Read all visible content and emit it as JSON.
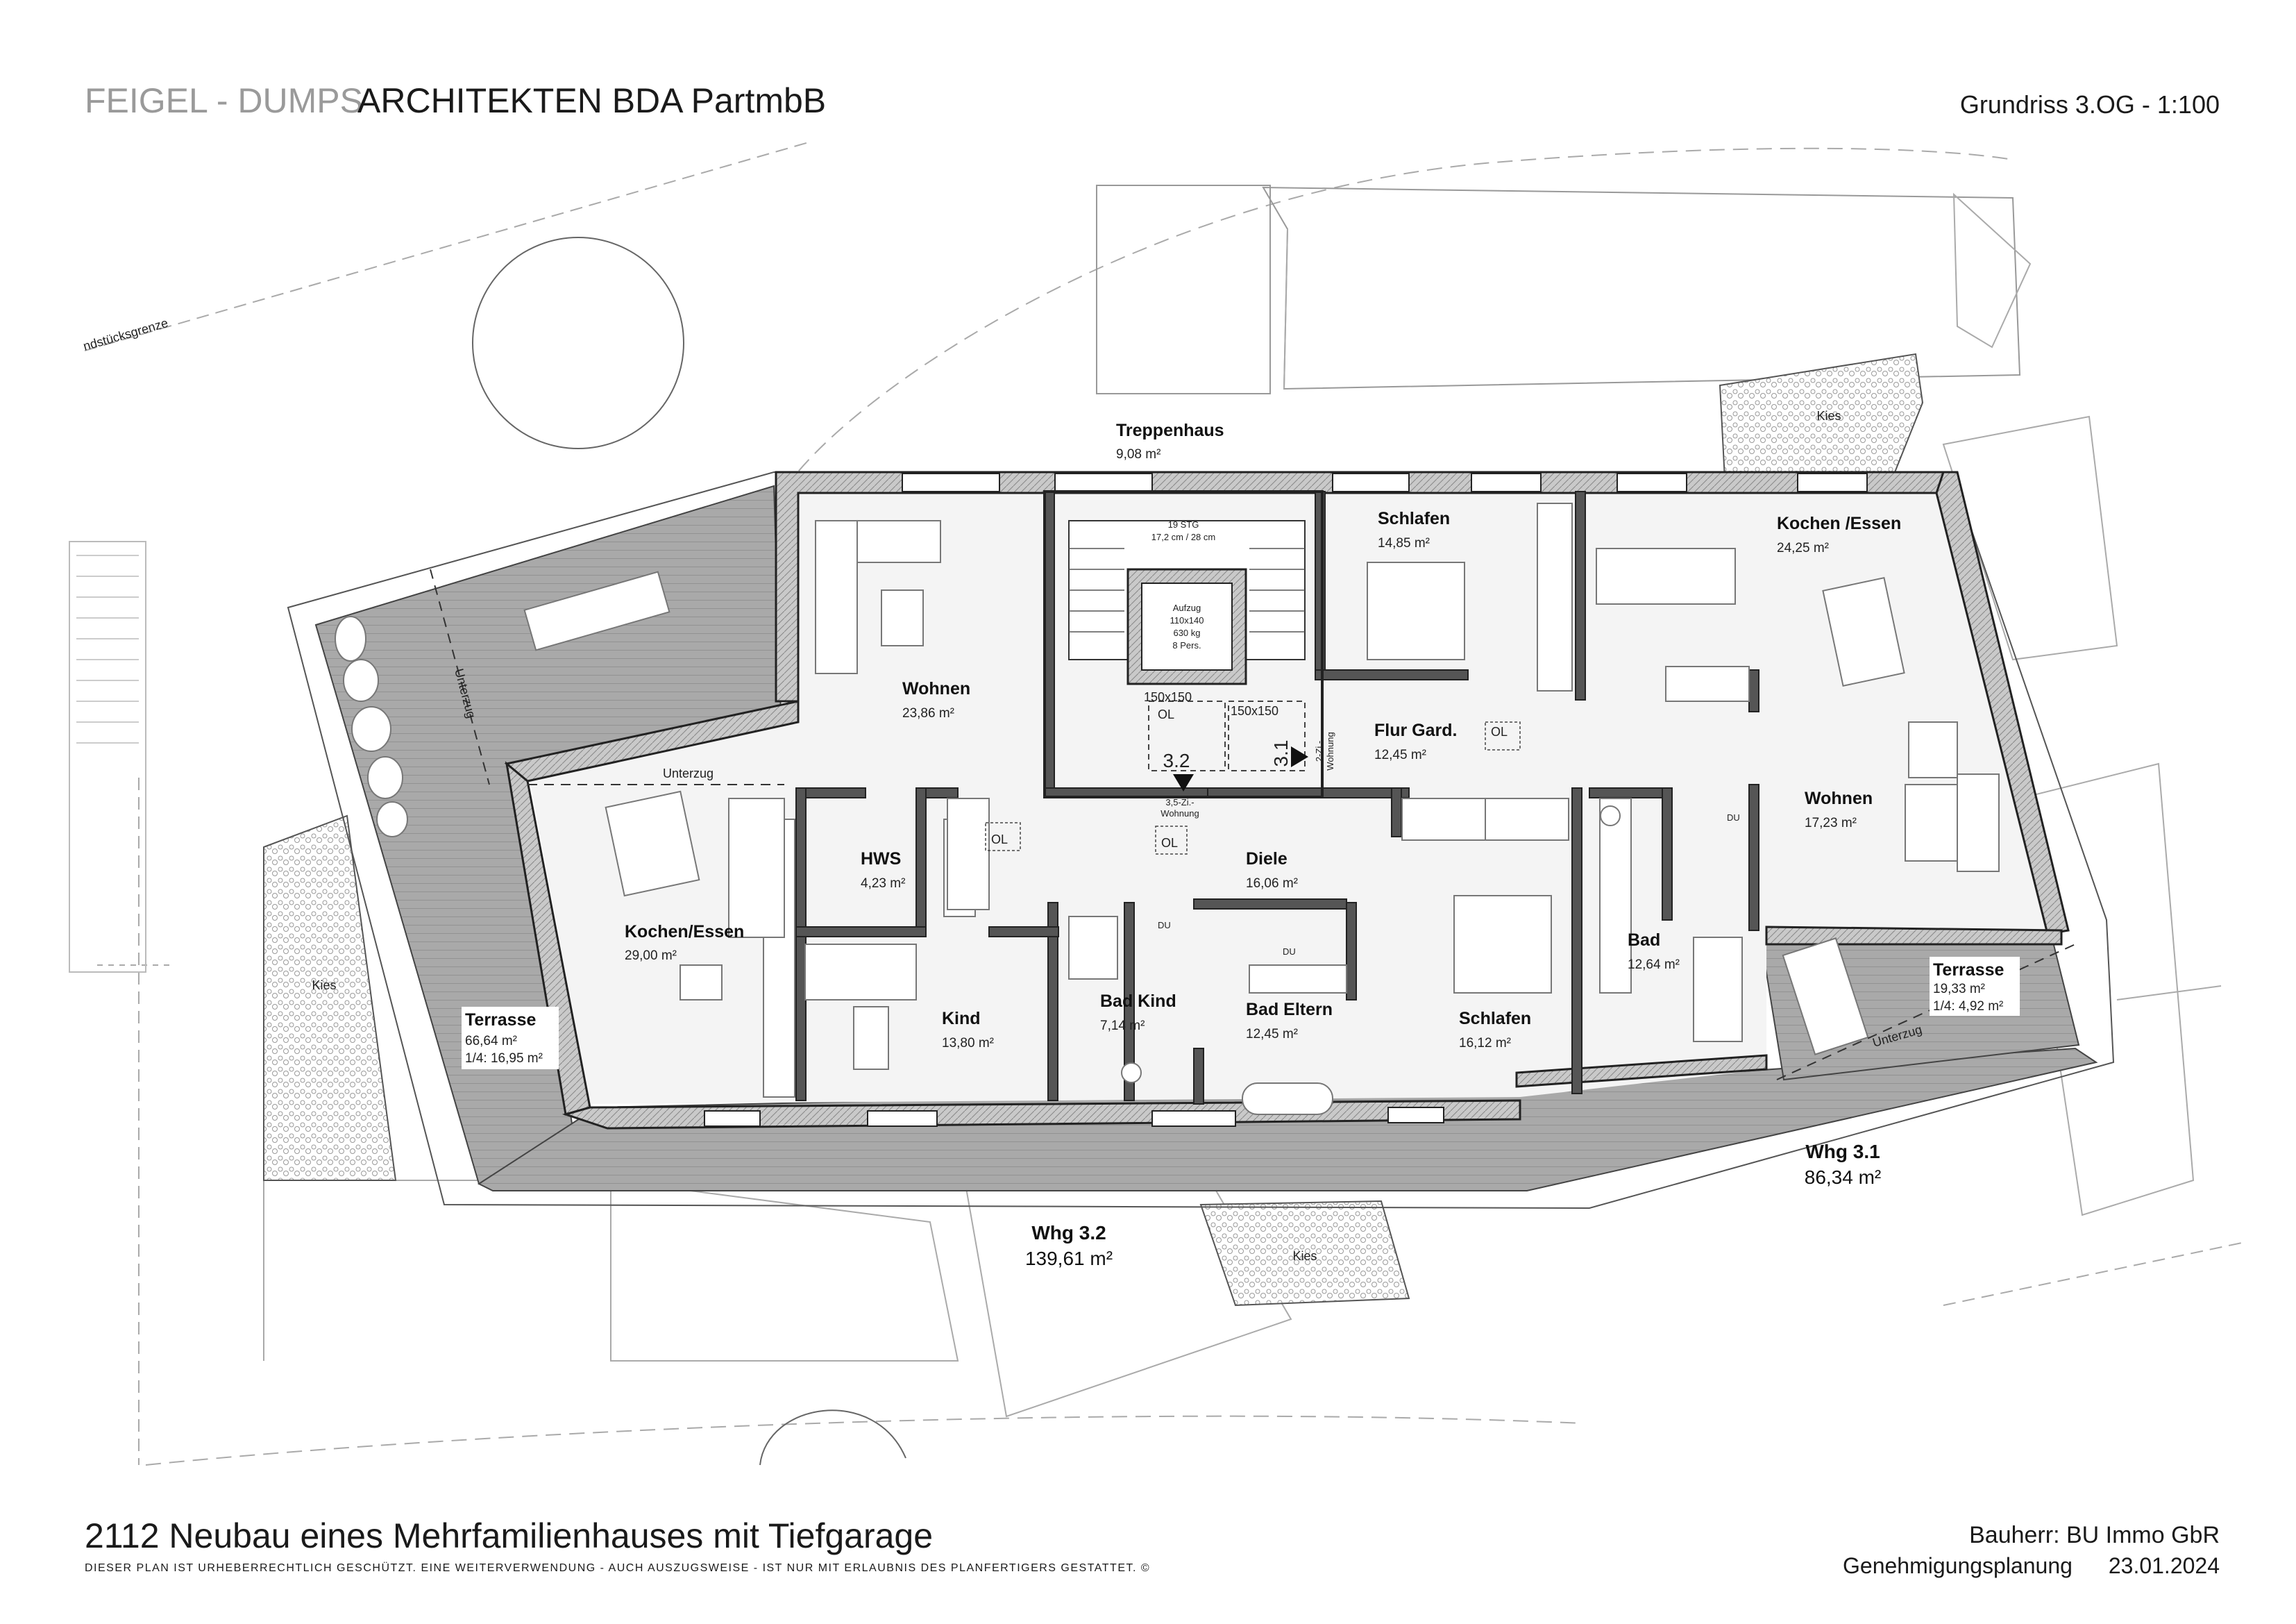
{
  "header": {
    "firm_grey": "FEIGEL - DUMPS",
    "firm_black": "ARCHITEKTEN BDA PartmbB",
    "plan_title": "Grundriss 3.OG - 1:100"
  },
  "site": {
    "boundary_label": "ndstücksgrenze",
    "gravel_label_1": "Kies",
    "gravel_label_2": "Kies",
    "gravel_label_3": "Kies"
  },
  "stair": {
    "name": "Treppenhaus",
    "area": "9,08 m²",
    "steps": "19 STG",
    "step_dim": "17,2 cm / 28 cm"
  },
  "elevator": {
    "line1": "Aufzug",
    "line2": "110x140",
    "line3": "630 kg",
    "line4": "8 Pers.",
    "clear_1": "150x150",
    "clear_2": "150x150",
    "ol_label": "OL"
  },
  "rooms": {
    "wohnen_32": {
      "name": "Wohnen",
      "area": "23,86 m²"
    },
    "kochen_32": {
      "name": "Kochen/Essen",
      "area": "29,00 m²"
    },
    "hws": {
      "name": "HWS",
      "area": "4,23 m²"
    },
    "kind": {
      "name": "Kind",
      "area": "13,80 m²"
    },
    "badkind": {
      "name": "Bad Kind",
      "area": "7,14 m²"
    },
    "badeltern": {
      "name": "Bad Eltern",
      "area": "12,45 m²"
    },
    "diele": {
      "name": "Diele",
      "area": "16,06 m²"
    },
    "schlafen_32": {
      "name": "Schlafen",
      "area": "16,12 m²"
    },
    "schlafen_31": {
      "name": "Schlafen",
      "area": "14,85 m²"
    },
    "flur": {
      "name": "Flur Gard.",
      "area": "12,45 m²"
    },
    "kochen_31": {
      "name": "Kochen /Essen",
      "area": "24,25 m²"
    },
    "wohnen_31": {
      "name": "Wohnen",
      "area": "17,23 m²"
    },
    "bad_31": {
      "name": "Bad",
      "area": "12,64 m²"
    },
    "terrasse_32": {
      "name": "Terrasse",
      "area": "66,64 m²",
      "quarter": "1/4: 16,95 m²"
    },
    "terrasse_31": {
      "name": "Terrasse",
      "area": "19,33 m²",
      "quarter": "1/4: 4,92 m²"
    }
  },
  "annotations": {
    "unterzug": "Unterzug",
    "ol": "OL",
    "du": "DU",
    "unit_32": "3.2",
    "unit_31": "3.1",
    "unit_32_type": "3,5-Zi.-",
    "unit_32_type_2": "Wohnung",
    "unit_31_type": "2-Zi.-",
    "unit_31_type_2": "Wohnung"
  },
  "units": {
    "whg_32": {
      "name": "Whg 3.2",
      "area": "139,61 m²"
    },
    "whg_31": {
      "name": "Whg 3.1",
      "area": "86,34 m²"
    }
  },
  "footer": {
    "project": "2112 Neubau eines Mehrfamilienhauses mit Tiefgarage",
    "legal": "DIESER PLAN IST URHEBERRECHTLICH GESCHÜTZT. EINE WEITERVERWENDUNG - AUCH AUSZUGSWEISE - IST NUR MIT ERLAUBNIS DES PLANFERTIGERS GESTATTET. ©",
    "client": "Bauherr: BU Immo GbR",
    "phase": "Genehmigungsplanung",
    "date": "23.01.2024"
  }
}
